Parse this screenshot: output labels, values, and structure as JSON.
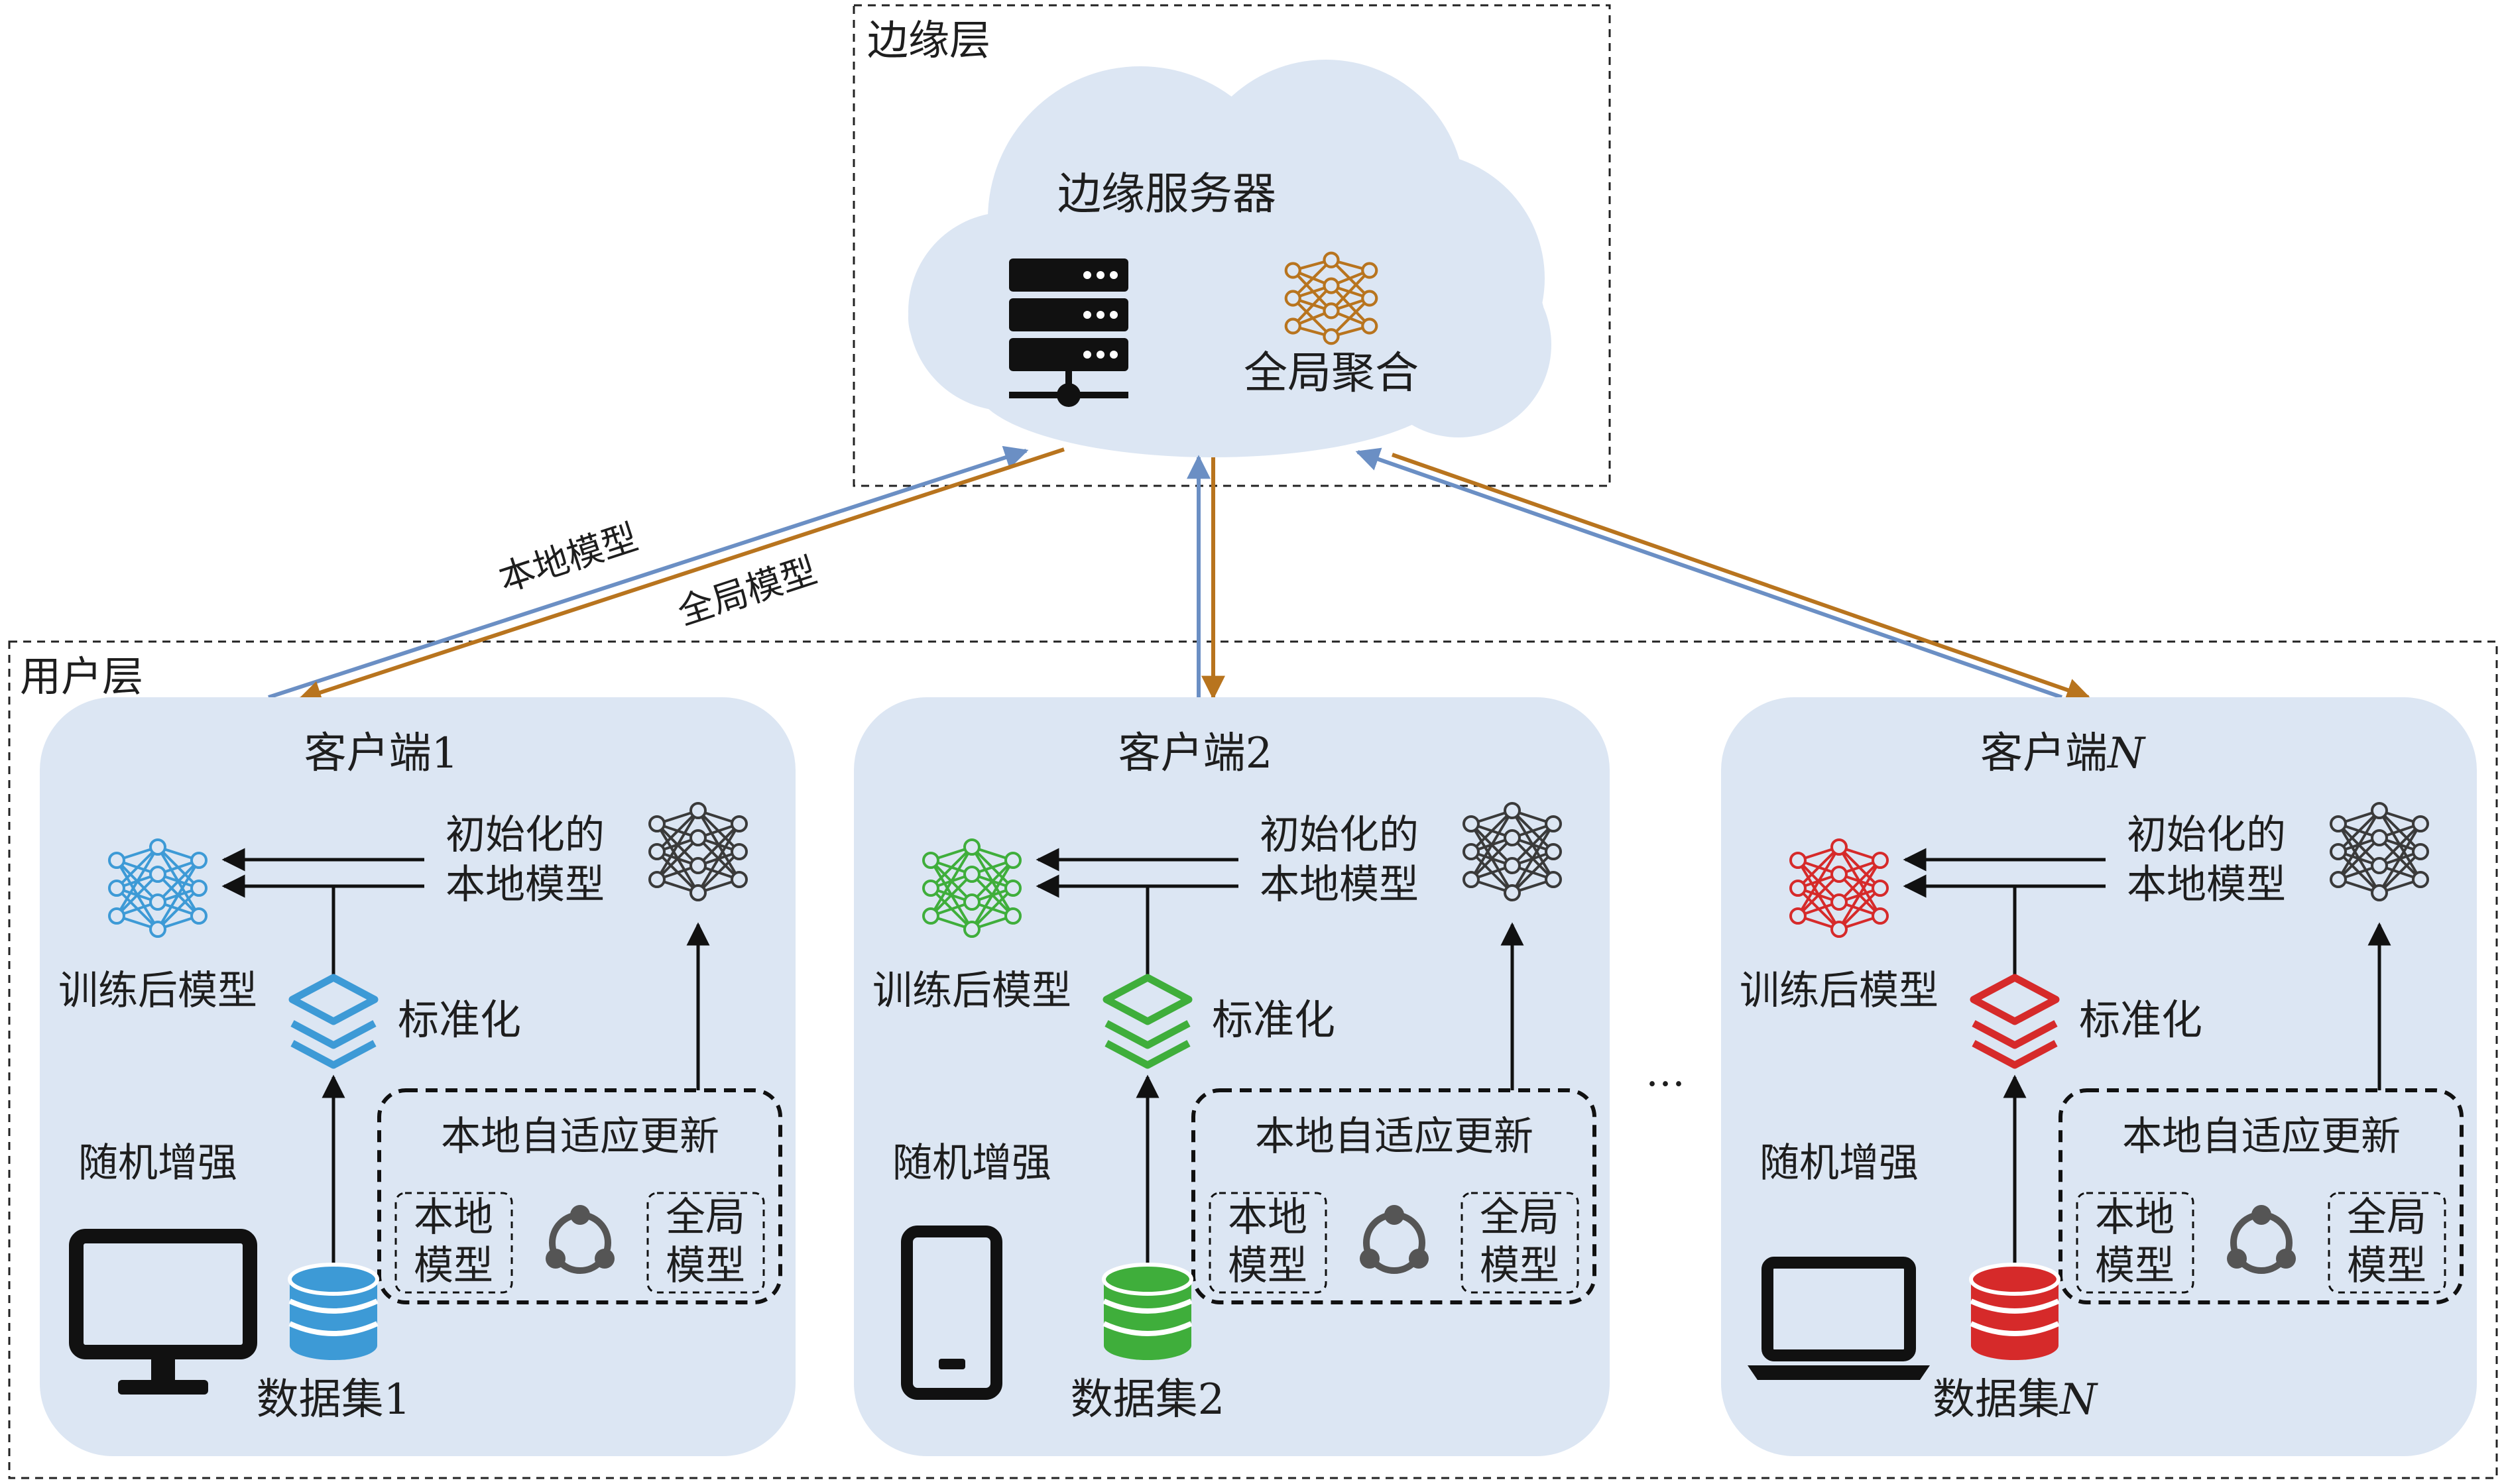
{
  "edge_layer": {
    "title": "边缘层",
    "server_label": "边缘服务器",
    "aggregation_label": "全局聚合"
  },
  "user_layer": {
    "title": "用户层"
  },
  "links": {
    "upload_label": "本地模型",
    "download_label": "全局模型"
  },
  "ellipsis": "…",
  "clients": [
    {
      "name_prefix": "客户端",
      "name_index": "1",
      "trained_label": "训练后模型",
      "init_label_line1": "初始化的",
      "init_label_line2": "本地模型",
      "normalize_label": "标准化",
      "augment_label": "随机增强",
      "adaptive_title": "本地自适应更新",
      "local_model_line1": "本地",
      "local_model_line2": "模型",
      "global_model_line1": "全局",
      "global_model_line2": "模型",
      "dataset_prefix": "数据集",
      "dataset_index": "1",
      "device_icon": "monitor-icon",
      "accent_color": "#3d9ad6"
    },
    {
      "name_prefix": "客户端",
      "name_index": "2",
      "trained_label": "训练后模型",
      "init_label_line1": "初始化的",
      "init_label_line2": "本地模型",
      "normalize_label": "标准化",
      "augment_label": "随机增强",
      "adaptive_title": "本地自适应更新",
      "local_model_line1": "本地",
      "local_model_line2": "模型",
      "global_model_line1": "全局",
      "global_model_line2": "模型",
      "dataset_prefix": "数据集",
      "dataset_index": "2",
      "device_icon": "phone-icon",
      "accent_color": "#3fae3b"
    },
    {
      "name_prefix": "客户端",
      "name_index": "N",
      "trained_label": "训练后模型",
      "init_label_line1": "初始化的",
      "init_label_line2": "本地模型",
      "normalize_label": "标准化",
      "augment_label": "随机增强",
      "adaptive_title": "本地自适应更新",
      "local_model_line1": "本地",
      "local_model_line2": "模型",
      "global_model_line1": "全局",
      "global_model_line2": "模型",
      "dataset_prefix": "数据集",
      "dataset_index": "N",
      "device_icon": "laptop-icon",
      "accent_color": "#d62a2a"
    }
  ],
  "colors": {
    "panel_fill": "#dce6f3",
    "cloud_fill": "#dce6f3",
    "upload_arrow": "#6b8fc4",
    "download_arrow": "#b8741e",
    "aggregation_icon": "#b8741e",
    "init_model_icon": "#3a3a3a"
  }
}
